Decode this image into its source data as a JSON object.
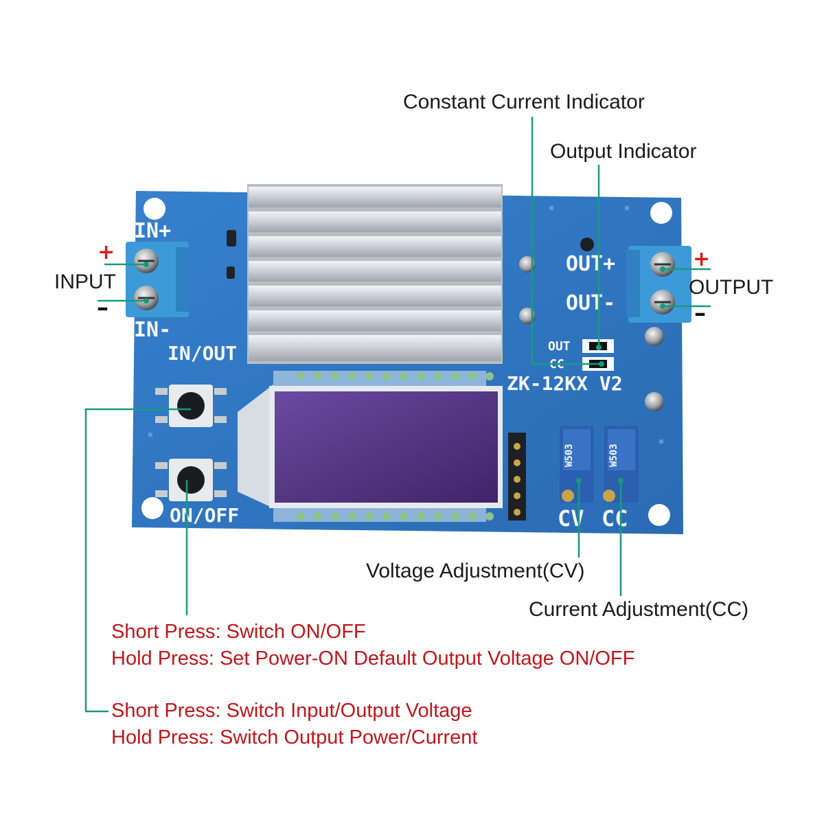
{
  "annotations": {
    "constant_current_indicator": "Constant Current Indicator",
    "output_indicator": "Output Indicator",
    "input": "INPUT",
    "output": "OUTPUT",
    "voltage_adjustment": "Voltage Adjustment(CV)",
    "current_adjustment": "Current Adjustment(CC)",
    "plus": "+",
    "minus": "–"
  },
  "button_notes": {
    "on_off_short": "Short Press: Switch ON/OFF",
    "on_off_hold": "Hold Press: Set Power-ON Default Output Voltage ON/OFF",
    "in_out_short": "Short Press: Switch Input/Output Voltage",
    "in_out_hold": "Hold Press: Switch Output Power/Current"
  },
  "board_silkscreen": {
    "in_plus": "IN+",
    "in_minus": "IN-",
    "out_plus": "OUT+",
    "out_minus": "OUT-",
    "in_out": "IN/OUT",
    "on_off": "ON/OFF",
    "model": "ZK-12KX V2",
    "led_out": "OUT",
    "led_cc": "CC",
    "cv": "CV",
    "cc": "CC",
    "pot_marking": "W503"
  },
  "colors": {
    "pcb": "#2f76c2",
    "heatsink": "#d4d8dd",
    "lcd": "#4b2c79",
    "terminal": "#3d9ad8",
    "leader_line": "#1a9a7a",
    "note_text": "#c0161b"
  }
}
